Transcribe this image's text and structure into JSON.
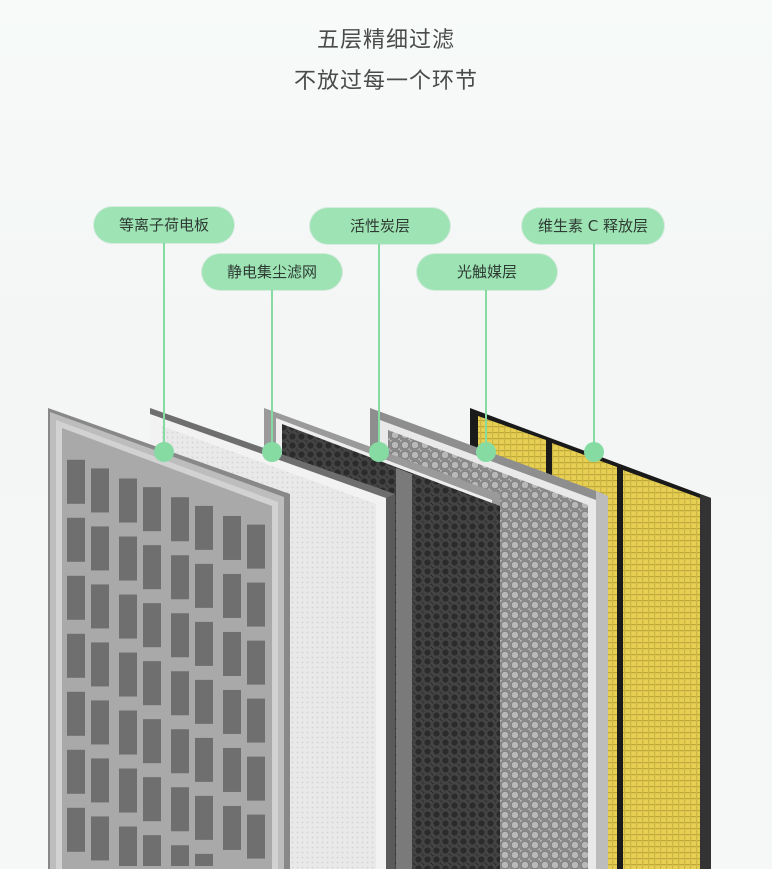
{
  "headline": {
    "line1": "五层精细过滤",
    "line2": "不放过每一个环节"
  },
  "layers": [
    {
      "label": "等离子荷电板"
    },
    {
      "label": "静电集尘滤网"
    },
    {
      "label": "活性炭层"
    },
    {
      "label": "光触媒层"
    },
    {
      "label": "维生素 C 释放层"
    }
  ],
  "colors": {
    "pill": "#9de3b4",
    "marker": "#86dba3",
    "leader": "#86dba3",
    "gold": "#e6cf52"
  }
}
